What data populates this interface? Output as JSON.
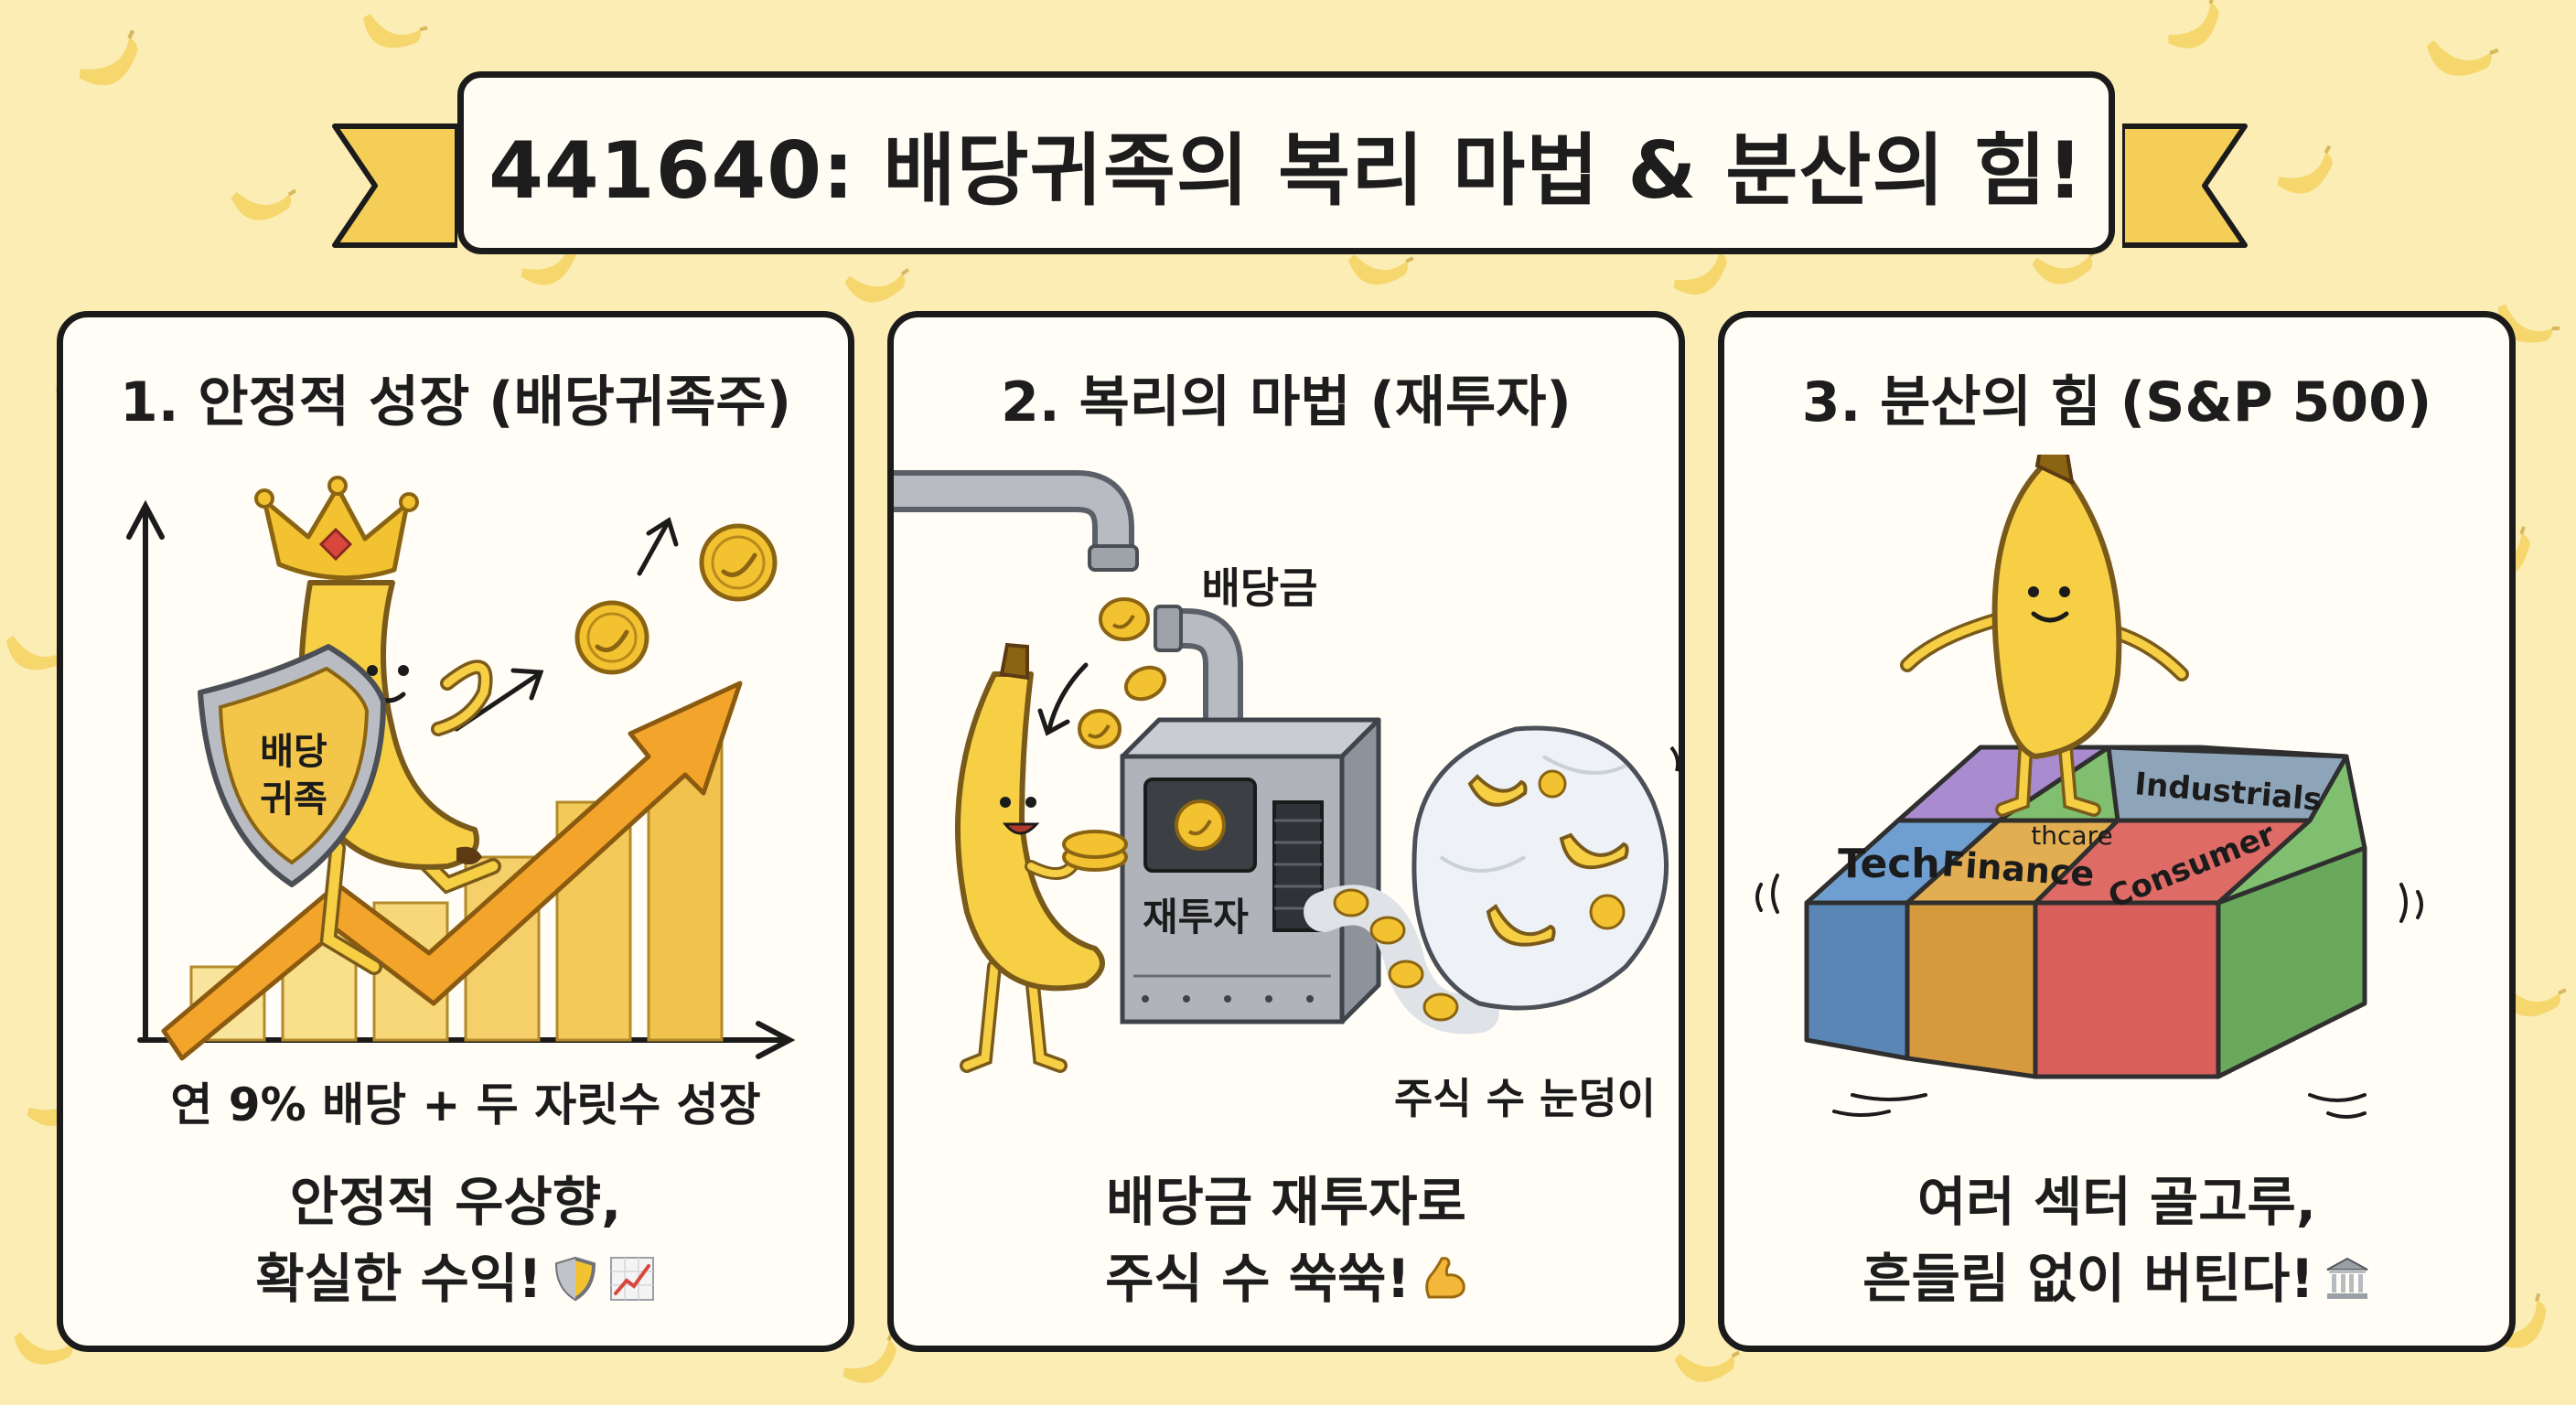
{
  "title": "441640: 배당귀족의 복리 마법 & 분산의 힘!",
  "panels": [
    {
      "heading": "1. 안정적 성장 (배당귀족주)",
      "shield_text_line1": "배당",
      "shield_text_line2": "귀족",
      "chart_label": "연 9% 배당 + 두 자릿수 성장",
      "caption_line1": "안정적 우상향,",
      "caption_line2": "확실한 수익!",
      "caption_icons": [
        "shield-icon",
        "chart-increasing-icon"
      ]
    },
    {
      "heading": "2. 복리의 마법 (재투자)",
      "dividend_label": "배당금",
      "machine_label": "재투자",
      "snowball_label": "주식 수 눈덩이",
      "caption_line1": "배당금 재투자로",
      "caption_line2": "주식 수 쑥쑥!",
      "caption_icons": [
        "flexed-biceps-icon"
      ]
    },
    {
      "heading": "3. 분산의 힘 (S&P 500)",
      "sectors": [
        "Industrials",
        "thcare",
        "Tech",
        "Finance",
        "Consumer"
      ],
      "caption_line1": "여러 섹터 골고루,",
      "caption_line2": "흔들림 없이 버틴다!",
      "caption_icons": [
        "classical-building-icon"
      ]
    }
  ],
  "colors": {
    "background": "#fbedb4",
    "banana": "#f6cf45",
    "banana_outline": "#7a5a1a",
    "arrow": "#f3a42b",
    "coin": "#f2c230",
    "tech": "#6f9fd0",
    "finance": "#e3ad52",
    "consumer": "#de6b66",
    "purple": "#a98ccf",
    "industrials": "#8ea5b9",
    "healthcare": "#7fbf6f"
  }
}
